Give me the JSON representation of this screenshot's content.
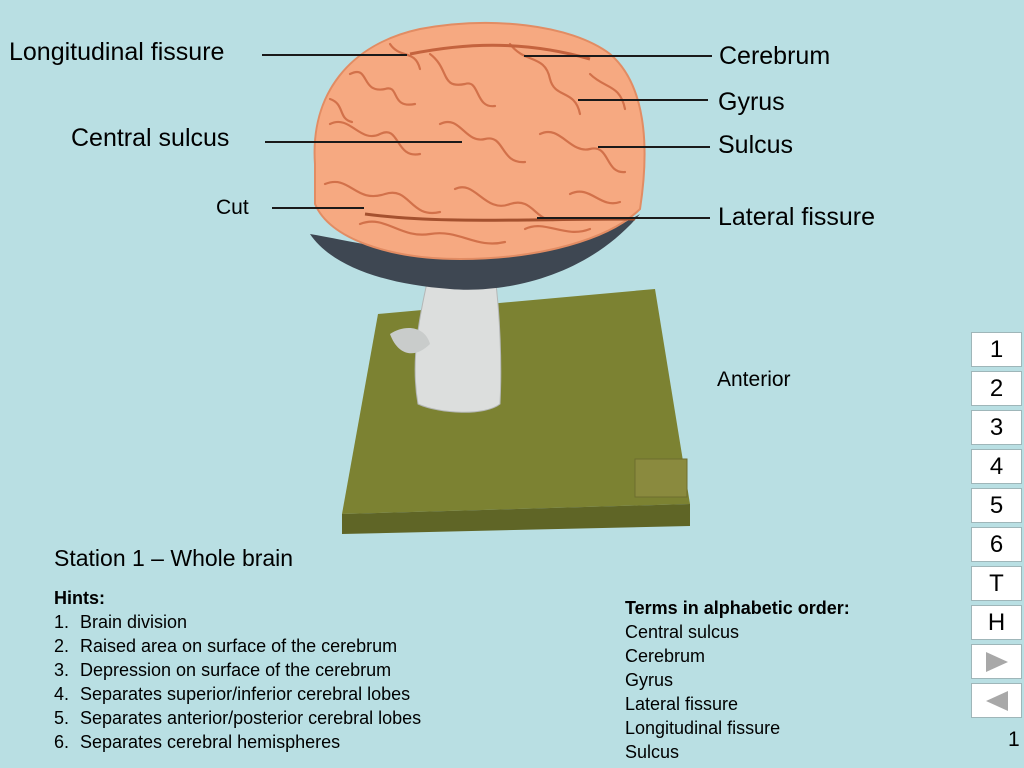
{
  "labels": {
    "longitudinal_fissure": "Longitudinal fissure",
    "central_sulcus": "Central sulcus",
    "cut": "Cut",
    "cerebrum": "Cerebrum",
    "gyrus": "Gyrus",
    "sulcus": "Sulcus",
    "lateral_fissure": "Lateral fissure",
    "anterior": "Anterior"
  },
  "station_title": "Station 1 – Whole brain",
  "hints": {
    "header": "Hints:",
    "items": [
      {
        "num": "1.",
        "text": "Brain division"
      },
      {
        "num": "2.",
        "text": "Raised area on surface of the cerebrum"
      },
      {
        "num": "3.",
        "text": "Depression on surface of the cerebrum"
      },
      {
        "num": "4.",
        "text": "Separates superior/inferior cerebral lobes"
      },
      {
        "num": "5.",
        "text": "Separates anterior/posterior cerebral lobes"
      },
      {
        "num": "6.",
        "text": "Separates cerebral hemispheres"
      }
    ]
  },
  "terms": {
    "header": "Terms in alphabetic order:",
    "items": [
      "Central sulcus",
      "Cerebrum",
      "Gyrus",
      "Lateral fissure",
      "Longitudinal fissure",
      "Sulcus"
    ]
  },
  "nav": {
    "buttons": [
      "1",
      "2",
      "3",
      "4",
      "5",
      "6",
      "T",
      "H"
    ],
    "next_icon": "play-forward-icon",
    "prev_icon": "play-back-icon"
  },
  "slide_number": "1",
  "colors": {
    "background": "#b9dfe3",
    "brain": "#f6a981",
    "base": "#7c8232",
    "nav_arrow": "#a8a8a8"
  }
}
